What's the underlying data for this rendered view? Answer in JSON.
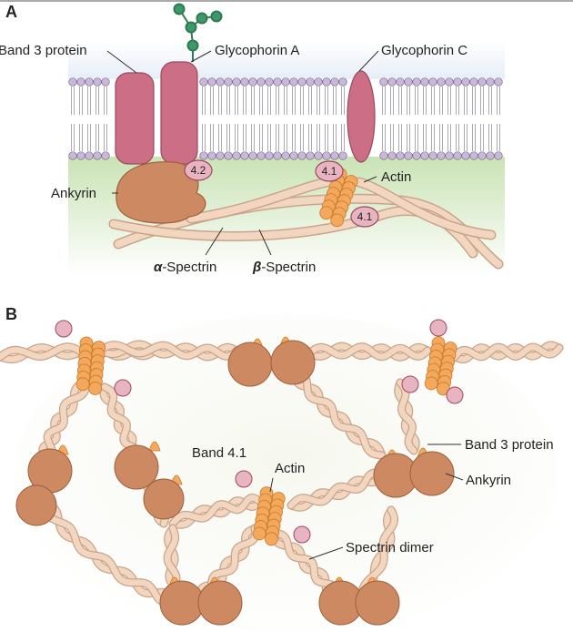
{
  "panels": {
    "a": {
      "letter": "A",
      "labels": {
        "band3": "Band 3 protein",
        "glycophorin_a": "Glycophorin A",
        "glycophorin_c": "Glycophorin C",
        "ankyrin": "Ankyrin",
        "actin": "Actin",
        "alpha_prefix": "α",
        "beta_prefix": "β",
        "spectrin_suffix": "-Spectrin"
      },
      "badges": {
        "b42": "4.2",
        "b41_top": "4.1",
        "b41_bottom": "4.1"
      }
    },
    "b": {
      "letter": "B",
      "labels": {
        "band41": "Band 4.1",
        "actin": "Actin",
        "band3": "Band 3 protein",
        "ankyrin": "Ankyrin",
        "spectrin_dimer": "Spectrin dimer"
      }
    }
  },
  "colors": {
    "membrane_protein": "#cc6f86",
    "ankyrin": "#cd8a62",
    "actin": "#f4a85c",
    "band41": "#e8b4c2",
    "spectrin": "#f2d6c0",
    "spectrin_outline": "#c9a48a",
    "lipid_head": "#c9b8d8",
    "cytoplasm": "#c9e3b4",
    "extracellular": "#e7eef8",
    "glycan": "#3d9a68"
  }
}
